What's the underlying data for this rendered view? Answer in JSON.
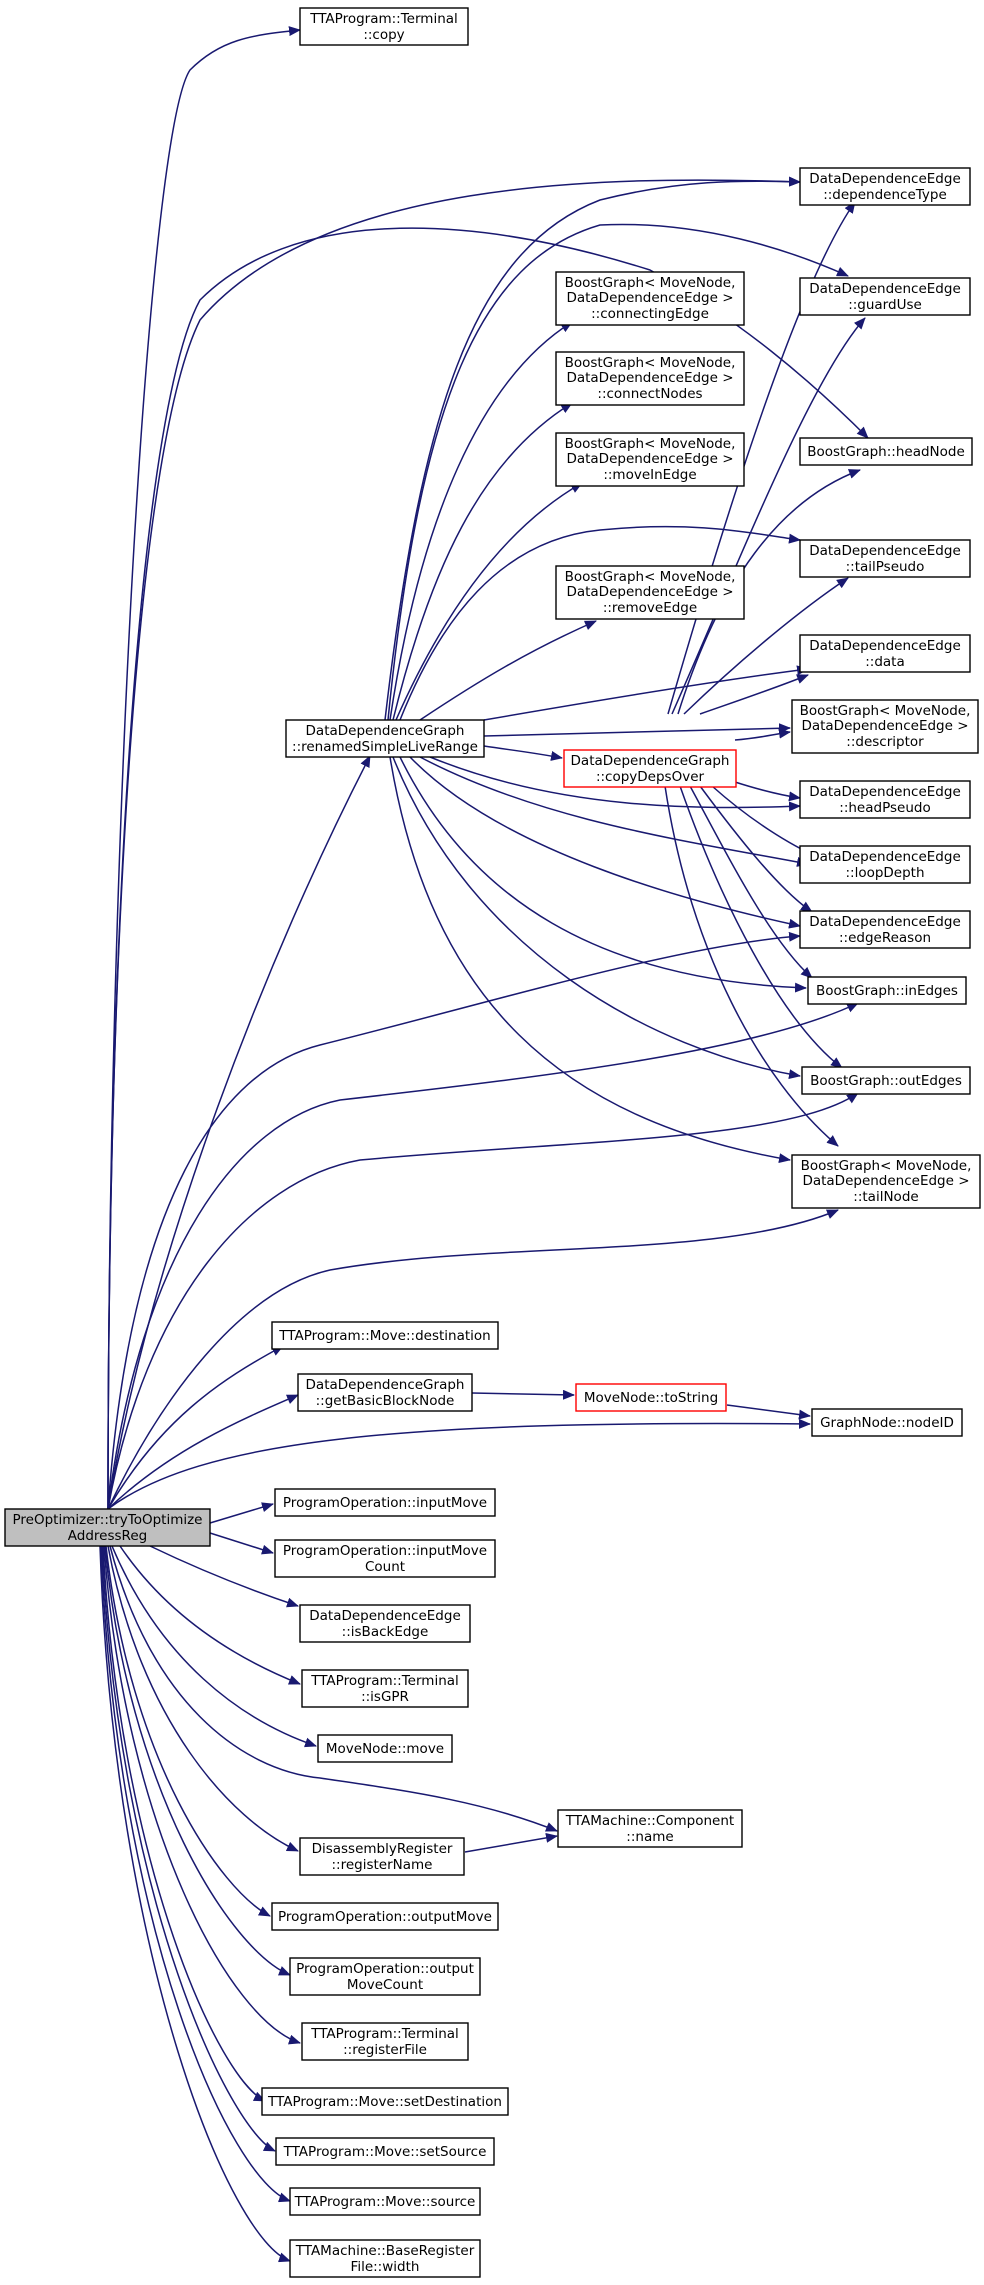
{
  "graph": {
    "edge_color": "#191970",
    "root_fill": "#bfbfbf",
    "highlight_border": "#ff0000",
    "nodes": {
      "root": [
        "PreOptimizer::tryToOptimize",
        "AddressReg"
      ],
      "terminal_copy": [
        "TTAProgram::Terminal",
        "::copy"
      ],
      "dep_type": [
        "DataDependenceEdge",
        "::dependenceType"
      ],
      "guard_use": [
        "DataDependenceEdge",
        "::guardUse"
      ],
      "connecting_edge": [
        "BoostGraph< MoveNode,",
        "DataDependenceEdge >",
        "::connectingEdge"
      ],
      "connect_nodes": [
        "BoostGraph< MoveNode,",
        "DataDependenceEdge >",
        "::connectNodes"
      ],
      "move_in_edge": [
        "BoostGraph< MoveNode,",
        "DataDependenceEdge >",
        "::moveInEdge"
      ],
      "head_node": [
        "BoostGraph::headNode"
      ],
      "tail_pseudo": [
        "DataDependenceEdge",
        "::tailPseudo"
      ],
      "remove_edge": [
        "BoostGraph< MoveNode,",
        "DataDependenceEdge >",
        "::removeEdge"
      ],
      "edge_data": [
        "DataDependenceEdge",
        "::data"
      ],
      "renamed_slr": [
        "DataDependenceGraph",
        "::renamedSimpleLiveRange"
      ],
      "copy_deps_over": [
        "DataDependenceGraph",
        "::copyDepsOver"
      ],
      "descriptor": [
        "BoostGraph< MoveNode,",
        "DataDependenceEdge >",
        "::descriptor"
      ],
      "head_pseudo": [
        "DataDependenceEdge",
        "::headPseudo"
      ],
      "loop_depth": [
        "DataDependenceEdge",
        "::loopDepth"
      ],
      "edge_reason": [
        "DataDependenceEdge",
        "::edgeReason"
      ],
      "in_edges": [
        "BoostGraph::inEdges"
      ],
      "out_edges": [
        "BoostGraph::outEdges"
      ],
      "tail_node": [
        "BoostGraph< MoveNode,",
        "DataDependenceEdge >",
        "::tailNode"
      ],
      "move_destination": [
        "TTAProgram::Move::destination"
      ],
      "get_bb_node": [
        "DataDependenceGraph",
        "::getBasicBlockNode"
      ],
      "to_string": [
        "MoveNode::toString"
      ],
      "node_id": [
        "GraphNode::nodeID"
      ],
      "input_move": [
        "ProgramOperation::inputMove"
      ],
      "input_move_count": [
        "ProgramOperation::inputMove",
        "Count"
      ],
      "is_back_edge": [
        "DataDependenceEdge",
        "::isBackEdge"
      ],
      "is_gpr": [
        "TTAProgram::Terminal",
        "::isGPR"
      ],
      "movenode_move": [
        "MoveNode::move"
      ],
      "component_name": [
        "TTAMachine::Component",
        "::name"
      ],
      "register_name": [
        "DisassemblyRegister",
        "::registerName"
      ],
      "output_move": [
        "ProgramOperation::outputMove"
      ],
      "output_move_count": [
        "ProgramOperation::output",
        "MoveCount"
      ],
      "register_file": [
        "TTAProgram::Terminal",
        "::registerFile"
      ],
      "set_destination": [
        "TTAProgram::Move::setDestination"
      ],
      "set_source": [
        "TTAProgram::Move::setSource"
      ],
      "move_source": [
        "TTAProgram::Move::source"
      ],
      "brf_width": [
        "TTAMachine::BaseRegister",
        "File::width"
      ]
    }
  }
}
